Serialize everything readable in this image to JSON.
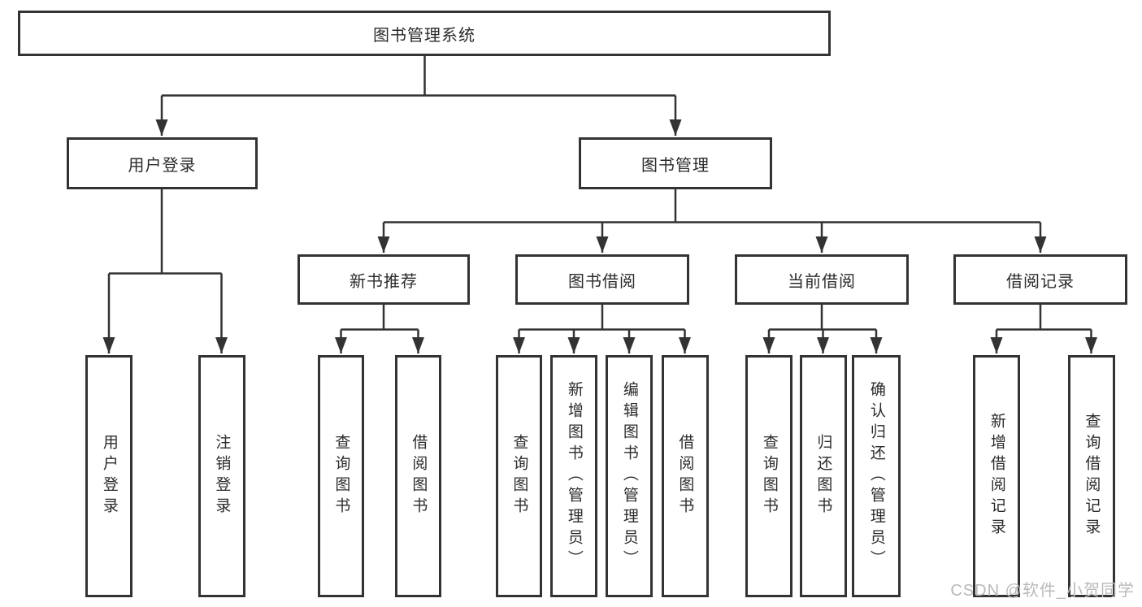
{
  "diagram": {
    "root": {
      "label": "图书管理系统"
    },
    "branches": [
      {
        "label": "用户登录",
        "children": [
          {
            "label": "用户登录"
          },
          {
            "label": "注销登录"
          }
        ]
      },
      {
        "label": "图书管理",
        "children": [
          {
            "label": "新书推荐",
            "children": [
              {
                "label": "查询图书"
              },
              {
                "label": "借阅图书"
              }
            ]
          },
          {
            "label": "图书借阅",
            "children": [
              {
                "label": "查询图书"
              },
              {
                "label": "新增图书（管理员）"
              },
              {
                "label": "编辑图书（管理员）"
              },
              {
                "label": "借阅图书"
              }
            ]
          },
          {
            "label": "当前借阅",
            "children": [
              {
                "label": "查询图书"
              },
              {
                "label": "归还图书"
              },
              {
                "label": "确认归还（管理员）"
              }
            ]
          },
          {
            "label": "借阅记录",
            "children": [
              {
                "label": "新增借阅记录"
              },
              {
                "label": "查询借阅记录"
              }
            ]
          }
        ]
      }
    ]
  },
  "watermark": {
    "text": "CSDN @软件_小贺同学"
  },
  "colors": {
    "line": "#333333",
    "box_border": "#333333",
    "text": "#2b2b2b",
    "watermark": "#b9b9b9",
    "background": "#ffffff"
  }
}
